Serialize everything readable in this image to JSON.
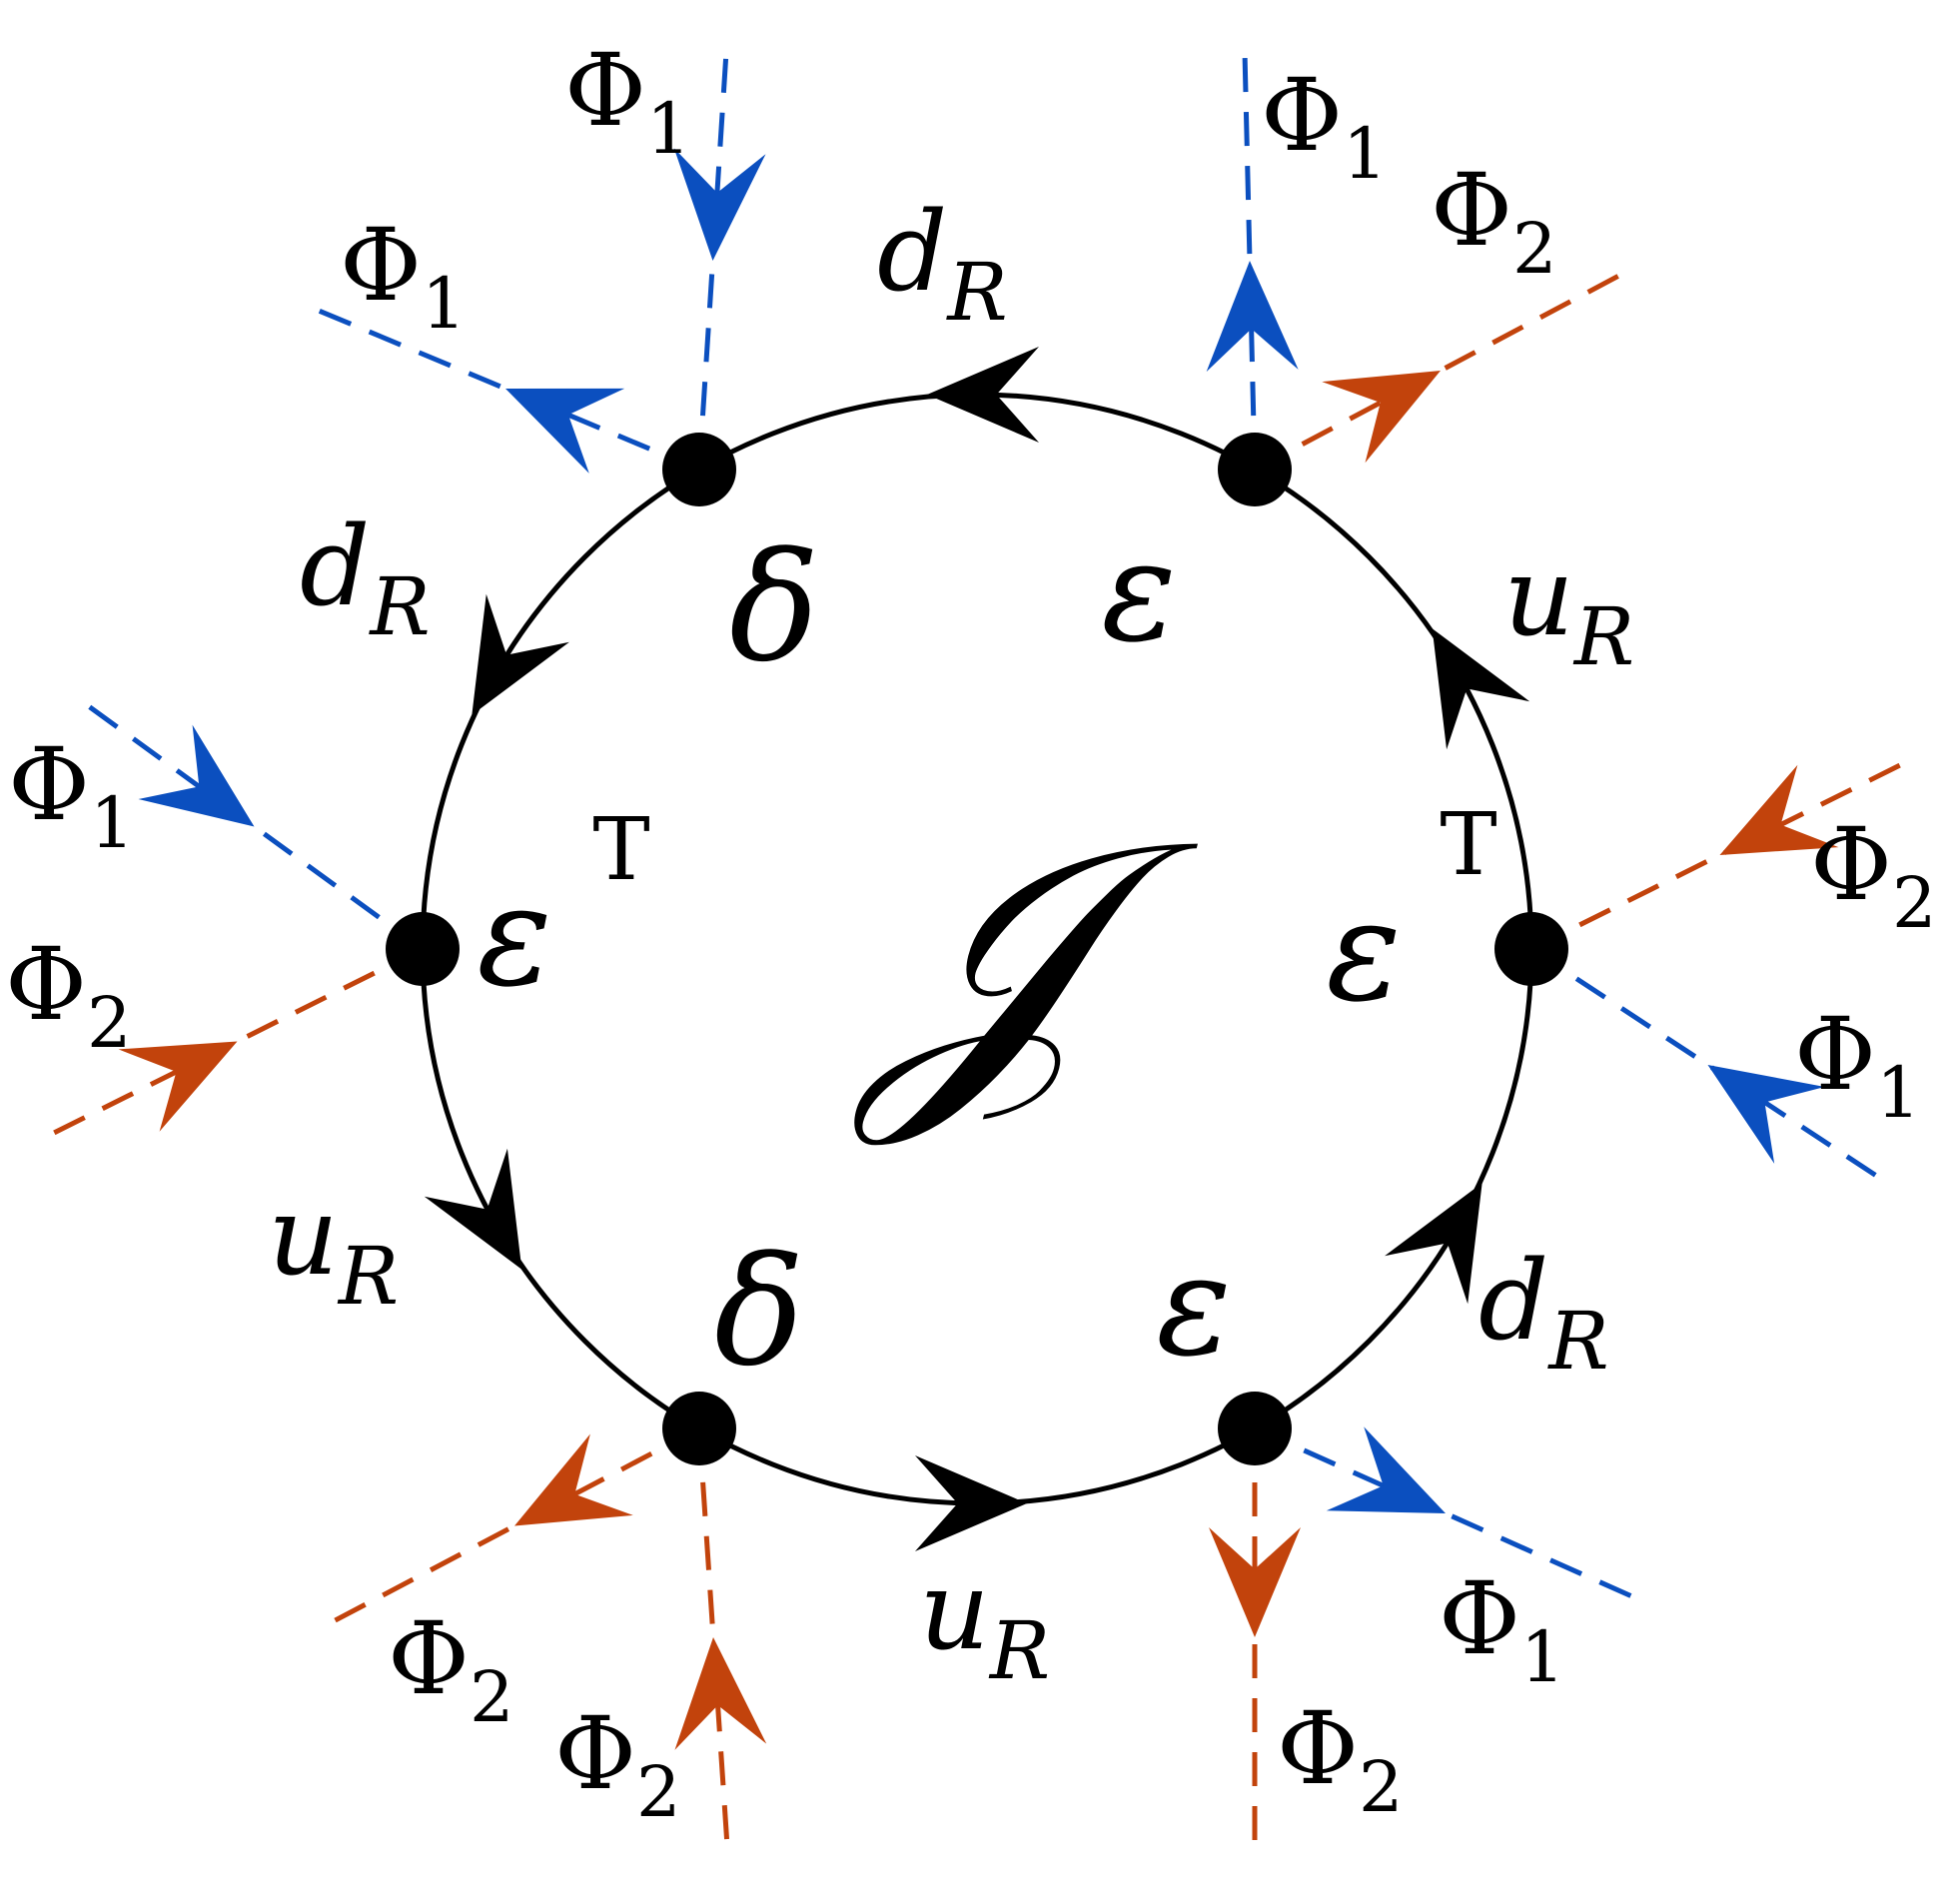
{
  "colors": {
    "line": "#000000",
    "phi1": "#0b4fbf",
    "phi2": "#c2430c",
    "background": "#ffffff"
  },
  "diagram": {
    "center_symbol": "𝒥",
    "vertices": [
      {
        "id": "v_top_left",
        "coupling": "δ",
        "superscript": ""
      },
      {
        "id": "v_top_right",
        "coupling": "ε",
        "superscript": ""
      },
      {
        "id": "v_right",
        "coupling": "ε",
        "superscript": "T"
      },
      {
        "id": "v_bottom_right",
        "coupling": "ε",
        "superscript": ""
      },
      {
        "id": "v_bottom_left",
        "coupling": "δ",
        "superscript": ""
      },
      {
        "id": "v_left",
        "coupling": "ε",
        "superscript": "T"
      }
    ],
    "propagators": [
      {
        "from": "v_top_right",
        "to": "v_top_left",
        "field": "d",
        "sub": "R"
      },
      {
        "from": "v_top_left",
        "to": "v_left",
        "field": "d",
        "sub": "R"
      },
      {
        "from": "v_left",
        "to": "v_bottom_left",
        "field": "u",
        "sub": "R"
      },
      {
        "from": "v_bottom_left",
        "to": "v_bottom_right",
        "field": "u",
        "sub": "R"
      },
      {
        "from": "v_bottom_right",
        "to": "v_right",
        "field": "d",
        "sub": "R"
      },
      {
        "from": "v_right",
        "to": "v_top_right",
        "field": "u",
        "sub": "R"
      }
    ],
    "external_legs": [
      {
        "vertex": "v_top_left",
        "field": "Φ",
        "sub": "1",
        "direction": "in"
      },
      {
        "vertex": "v_top_left",
        "field": "Φ",
        "sub": "1",
        "direction": "out"
      },
      {
        "vertex": "v_top_right",
        "field": "Φ",
        "sub": "1",
        "direction": "out"
      },
      {
        "vertex": "v_top_right",
        "field": "Φ",
        "sub": "2",
        "direction": "out"
      },
      {
        "vertex": "v_right",
        "field": "Φ",
        "sub": "2",
        "direction": "in"
      },
      {
        "vertex": "v_right",
        "field": "Φ",
        "sub": "1",
        "direction": "in"
      },
      {
        "vertex": "v_bottom_right",
        "field": "Φ",
        "sub": "1",
        "direction": "out"
      },
      {
        "vertex": "v_bottom_right",
        "field": "Φ",
        "sub": "2",
        "direction": "out"
      },
      {
        "vertex": "v_bottom_left",
        "field": "Φ",
        "sub": "2",
        "direction": "in"
      },
      {
        "vertex": "v_bottom_left",
        "field": "Φ",
        "sub": "2",
        "direction": "out"
      },
      {
        "vertex": "v_left",
        "field": "Φ",
        "sub": "1",
        "direction": "in"
      },
      {
        "vertex": "v_left",
        "field": "Φ",
        "sub": "2",
        "direction": "in"
      }
    ]
  }
}
